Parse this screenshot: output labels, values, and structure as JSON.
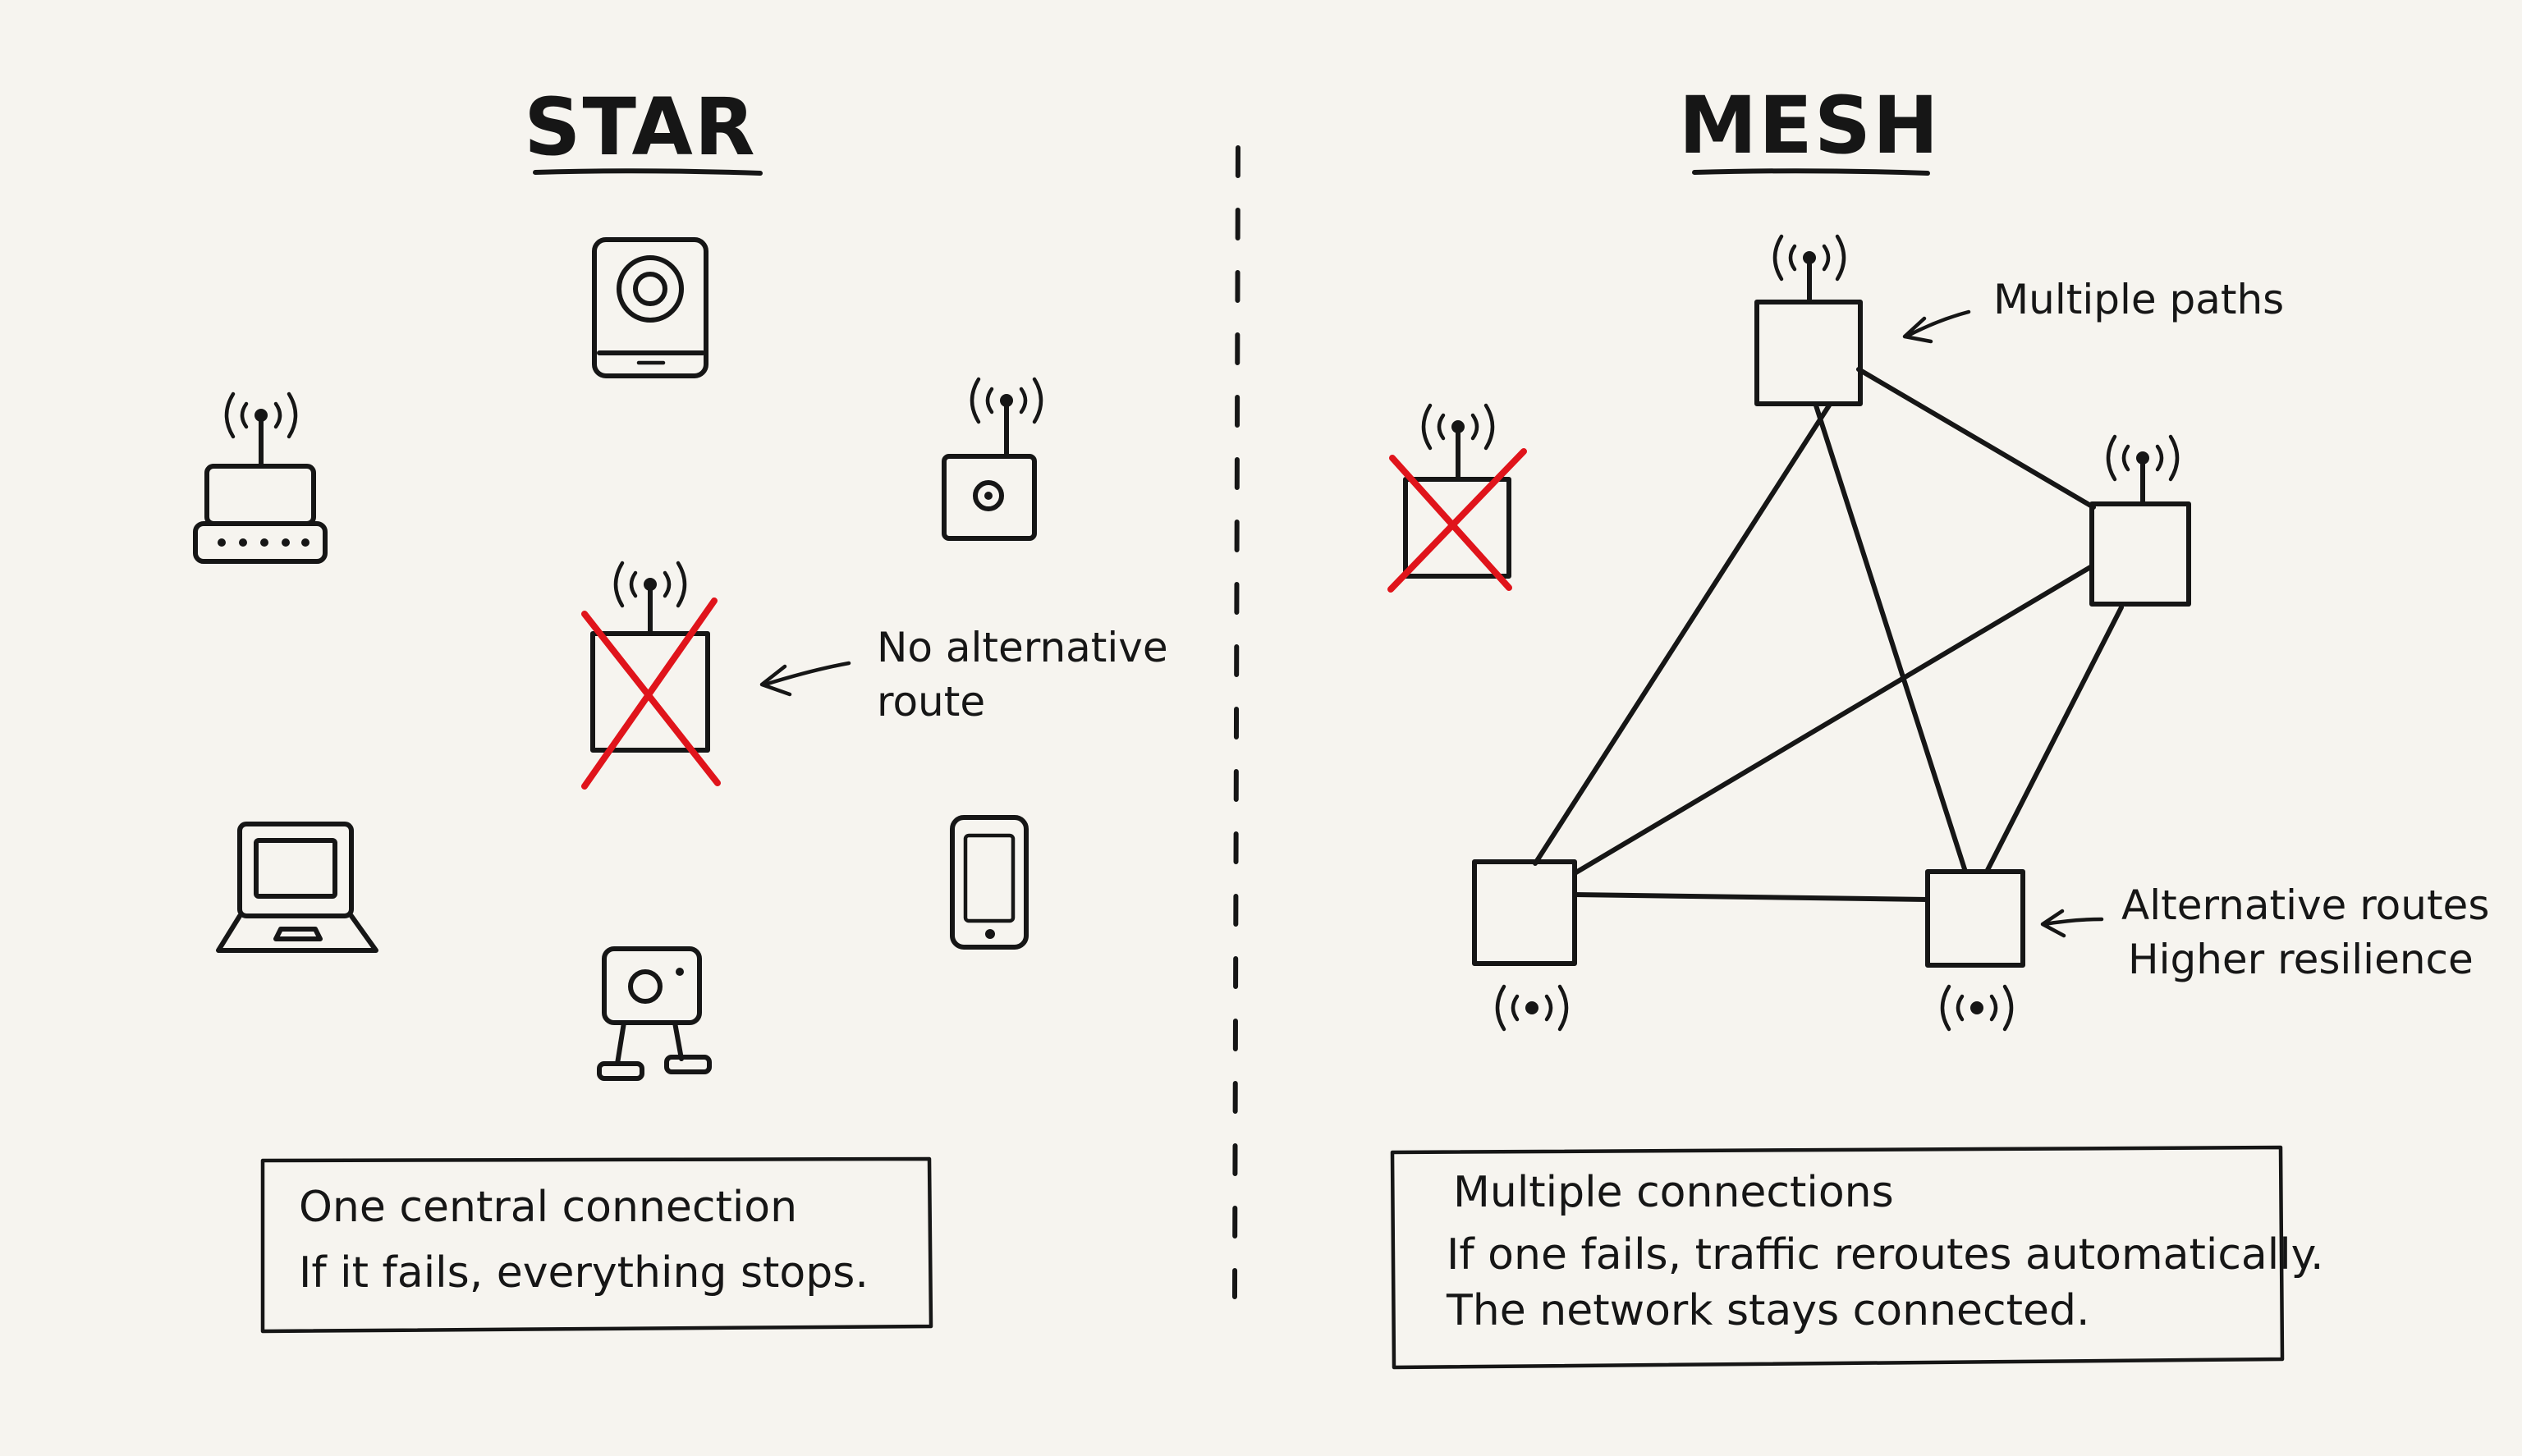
{
  "star": {
    "title": "STAR",
    "note_line1": "No alternative",
    "note_line2": "route",
    "caption_line1": "One central connection",
    "caption_line2": "If it fails, everything stops."
  },
  "mesh": {
    "title": "MESH",
    "top_note": "Multiple paths",
    "side_note_line1": "Alternative routes",
    "side_note_line2": "Higher resilience",
    "caption_line1": "Multiple connections",
    "caption_line2": "If one fails, traffic reroutes automatically.",
    "caption_line3": "The network stays connected."
  },
  "colors": {
    "ink": "#161616",
    "failure": "#e0141b",
    "paper": "#f6f4ef"
  }
}
